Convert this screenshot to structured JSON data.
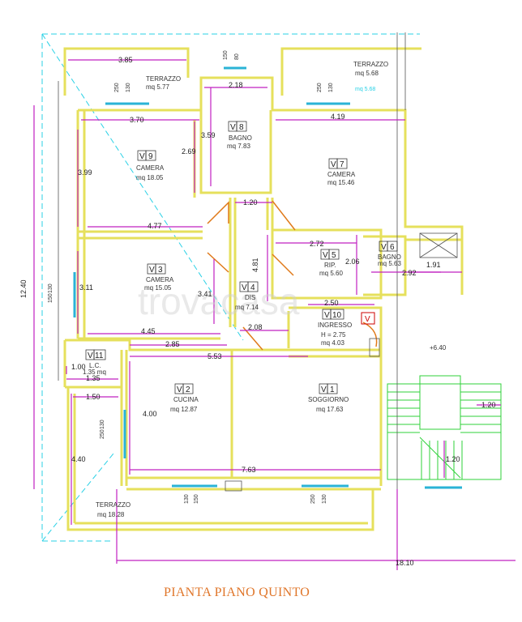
{
  "title": "PIANTA PIANO QUINTO",
  "watermark": "trovacasa",
  "colors": {
    "wall": "#e6e05c",
    "dimension": "#c020c0",
    "window": "#2ab3d6",
    "dashed": "#2ad1e6",
    "stair": "#2fd13a",
    "door": "#e07a1a",
    "titleColor": "#e0762a"
  },
  "rooms": {
    "terrazzo_nw": {
      "name": "TERRAZZO",
      "area": "mq 5.77"
    },
    "terrazzo_ne": {
      "name": "TERRAZZO",
      "area": "mq 5.68"
    },
    "bagno8": {
      "code": "V",
      "num": "8",
      "name": "BAGNO",
      "area": "mq 7.83"
    },
    "camera9": {
      "code": "V",
      "num": "9",
      "name": "CAMERA",
      "area": "mq 18.05"
    },
    "camera7": {
      "code": "V",
      "num": "7",
      "name": "CAMERA",
      "area": "mq 15.46"
    },
    "camera3": {
      "code": "V",
      "num": "3",
      "name": "CAMERA",
      "area": "mq 15.05"
    },
    "dis4": {
      "code": "V",
      "num": "4",
      "name": "DIS",
      "area": "mq 7.14"
    },
    "rip5": {
      "code": "V",
      "num": "5",
      "name": "RIP.",
      "area": "mq 5.60"
    },
    "bagno6": {
      "code": "V",
      "num": "6",
      "name": "BAGNO",
      "area": "mq 5.63"
    },
    "ingresso10": {
      "code": "V",
      "num": "10",
      "name": "INGRESSO",
      "height": "H = 2.75",
      "area": "mq 4.03"
    },
    "lc11": {
      "code": "V",
      "num": "11",
      "name": "L.C.",
      "area": "1.35 mq"
    },
    "cucina2": {
      "code": "V",
      "num": "2",
      "name": "CUCINA",
      "area": "mq 12.87"
    },
    "soggiorno1": {
      "code": "V",
      "num": "1",
      "name": "SOGGIORNO",
      "area": "mq 17.63"
    },
    "terrazzo_sw": {
      "name": "TERRAZZO",
      "area": "mq 18.28"
    }
  },
  "dimensions": {
    "d385": "3.85",
    "d218": "2.18",
    "d370": "3.70",
    "d359": "3.59",
    "d269": "2.69",
    "d419": "4.19",
    "d399": "3.99",
    "d120a": "1.20",
    "d477": "4.77",
    "d272": "2.72",
    "d206": "2.06",
    "d191": "1.91",
    "d292": "2.92",
    "d481": "4.81",
    "d311": "3.11",
    "d341": "3.41",
    "d250": "2.50",
    "d445": "4.45",
    "d208": "2.08",
    "d285": "2.85",
    "d553": "5.53",
    "d100": "1.00",
    "d135": "1.35",
    "d150": "1.50",
    "d400": "4.00",
    "d763": "7.63",
    "d440": "4.40",
    "d1240": "12.40",
    "d1810": "18.10",
    "d120b": "1.20",
    "d120c": "1.20",
    "elev": "+6.40"
  },
  "windowTags": {
    "w1a": "80",
    "w1b": "150",
    "w2a": "250",
    "w2b": "130",
    "w3a": "250",
    "w3b": "130",
    "w4a": "130",
    "w4b": "150",
    "w5a": "130",
    "w5b": "250",
    "w6a": "130",
    "w6b": "150",
    "w7a": "250",
    "w7b": "130",
    "extra": "mq 5.68"
  }
}
